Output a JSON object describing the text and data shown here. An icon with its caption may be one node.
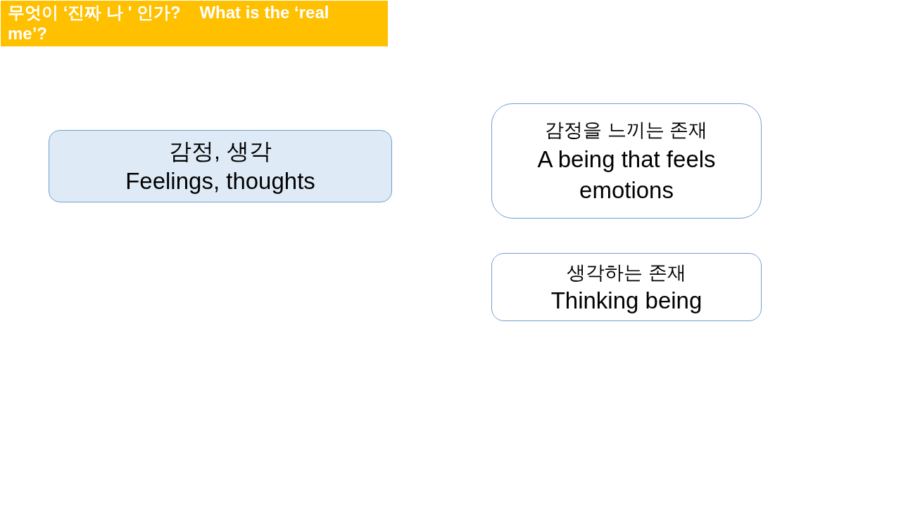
{
  "diagram": {
    "title": "무엇이 ‘진짜 나 ' 인가?    What is the ‘real me’?",
    "nodes": [
      {
        "text": [
          "감정, 생각",
          "Feelings, thoughts"
        ]
      },
      {
        "text": [
          "감정을 느끼는 존재",
          "A being that feels emotions"
        ]
      },
      {
        "text": [
          "생각하는 존재",
          "Thinking being"
        ]
      }
    ]
  }
}
